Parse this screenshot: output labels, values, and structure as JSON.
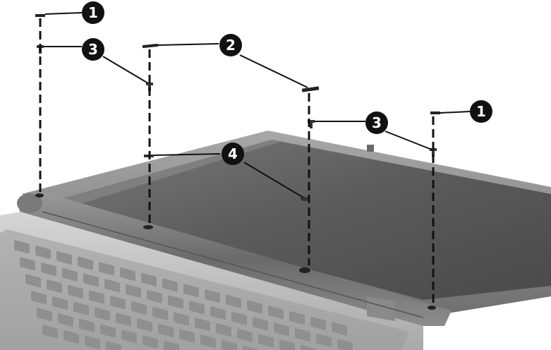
{
  "diagram": {
    "callouts": [
      {
        "id": "callout-1-left",
        "label": "1"
      },
      {
        "id": "callout-3-left",
        "label": "3"
      },
      {
        "id": "callout-2",
        "label": "2"
      },
      {
        "id": "callout-4",
        "label": "4"
      },
      {
        "id": "callout-3-right",
        "label": "3"
      },
      {
        "id": "callout-1-right",
        "label": "1"
      }
    ],
    "colors": {
      "callout_fill": "#111111",
      "callout_text": "#ffffff",
      "leader_line": "#111111",
      "display_bezel": "#8a8a8a",
      "display_panel": "#5e5e5e",
      "keyboard_base": "#bdbdbd"
    }
  }
}
